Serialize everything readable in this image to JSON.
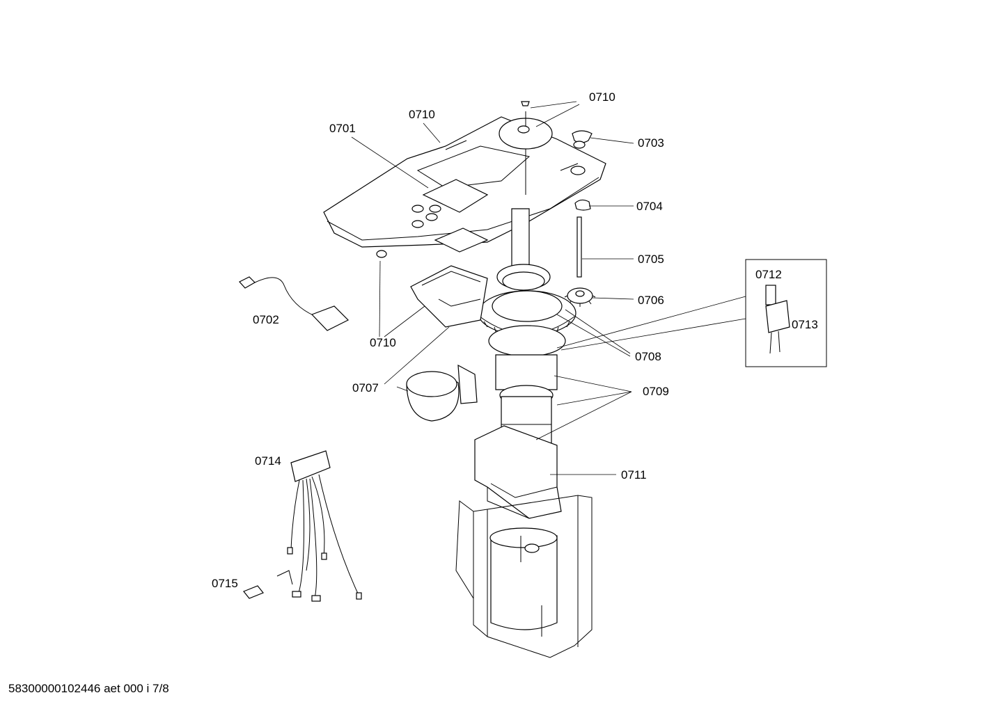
{
  "callouts": {
    "c0701": "0701",
    "c0702": "0702",
    "c0703": "0703",
    "c0704": "0704",
    "c0705": "0705",
    "c0706": "0706",
    "c0707": "0707",
    "c0708": "0708",
    "c0709": "0709",
    "c0710_top": "0710",
    "c0710_left": "0710",
    "c0710_bottom": "0710",
    "c0711": "0711",
    "c0712": "0712",
    "c0713": "0713",
    "c0714": "0714",
    "c0715": "0715"
  },
  "footer": "58300000102446 aet 000 i 7/8"
}
